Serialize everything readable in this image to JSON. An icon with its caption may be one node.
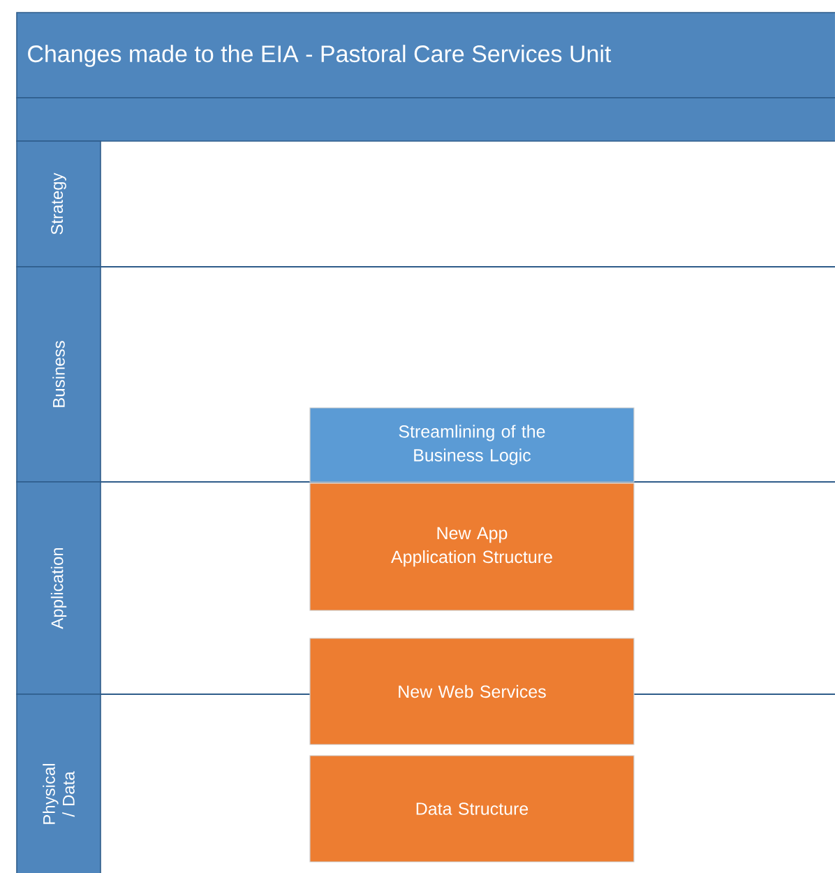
{
  "diagram": {
    "title": "Changes made to the EIA - Pastoral Care Services Unit",
    "nodes": [
      {
        "text": [
          "Strategy"
        ]
      },
      {
        "text": [
          "Business"
        ]
      },
      {
        "text": [
          "Application"
        ]
      },
      {
        "text": [
          "Physical / Data"
        ]
      },
      {
        "text": [
          "Streamlining of the Business Logic"
        ]
      },
      {
        "text": [
          "New App Application Structure"
        ]
      },
      {
        "text": [
          "New Web Services"
        ]
      },
      {
        "text": [
          "Data Structure"
        ]
      }
    ]
  }
}
